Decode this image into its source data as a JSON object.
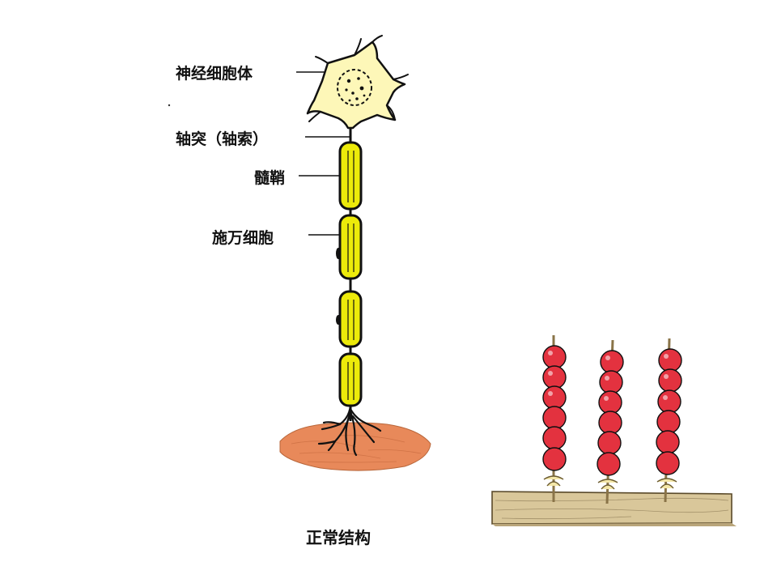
{
  "labels": {
    "soma": "神经细胞体",
    "axon": "轴突（轴索）",
    "myelin": "髓鞘",
    "schwann": "施万细胞"
  },
  "caption": "正常结构",
  "colors": {
    "cell_body": "#fdf7b8",
    "myelin": "#ecea0a",
    "terminal_tissue": "#e88a55",
    "candied_fruit": "#e3323f",
    "stand_wood": "#d9c79a"
  }
}
